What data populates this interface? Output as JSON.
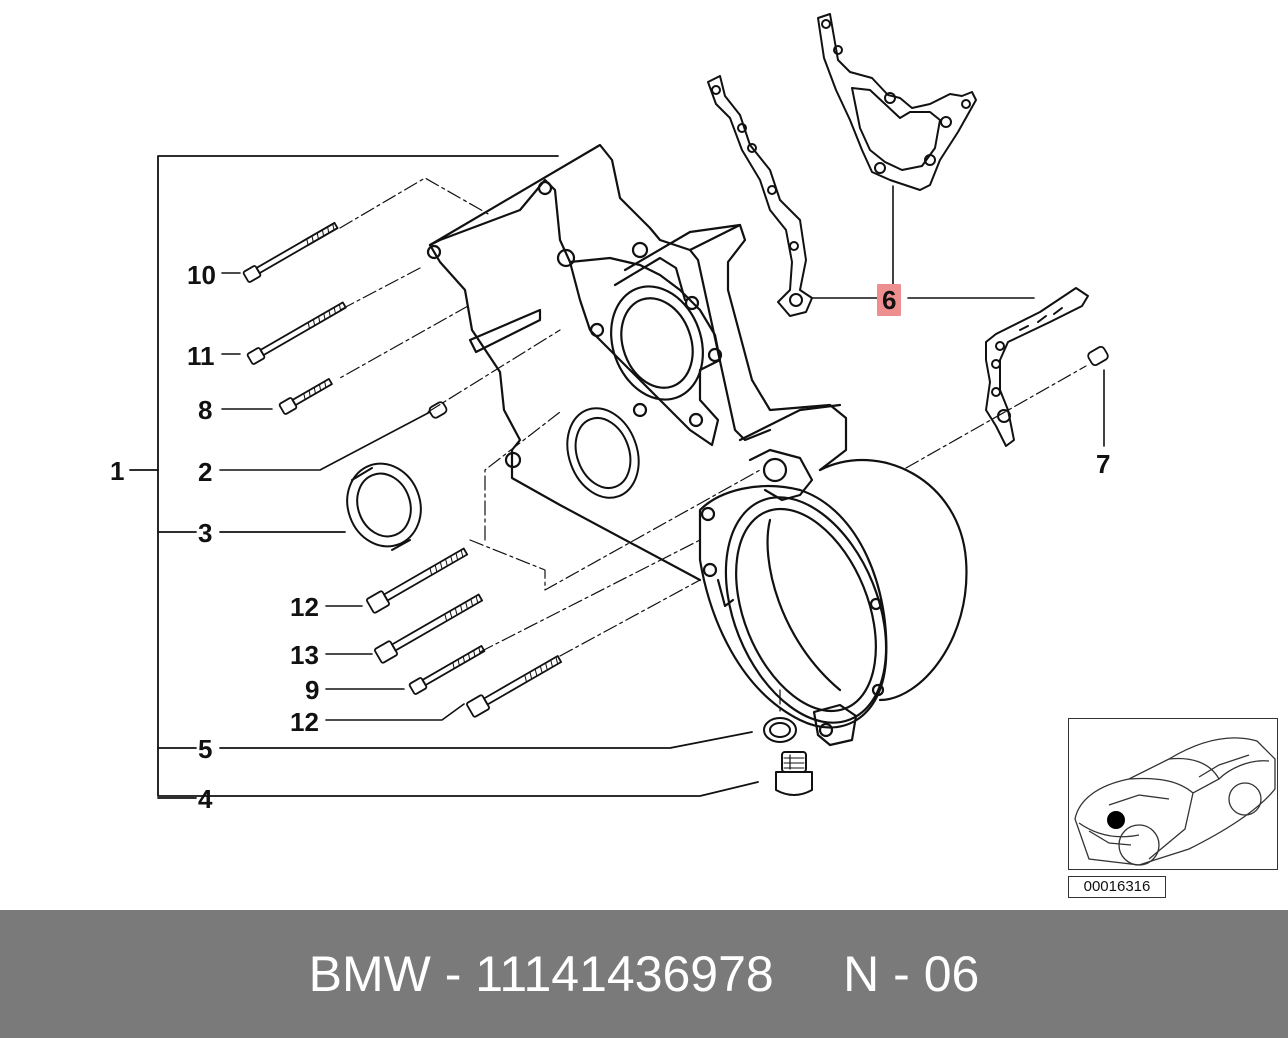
{
  "diagram": {
    "callouts": {
      "c1": "1",
      "c2": "2",
      "c3": "3",
      "c4": "4",
      "c5": "5",
      "c6": "6",
      "c7": "7",
      "c8": "8",
      "c9": "9",
      "c10": "10",
      "c11": "11",
      "c12a": "12",
      "c12b": "12",
      "c13": "13"
    },
    "highlight_color": "#ee8f8f"
  },
  "inset": {
    "reference_number": "00016316"
  },
  "footer": {
    "text": "BMW - 11141436978     N - 06",
    "background": "#7a7a7a"
  }
}
